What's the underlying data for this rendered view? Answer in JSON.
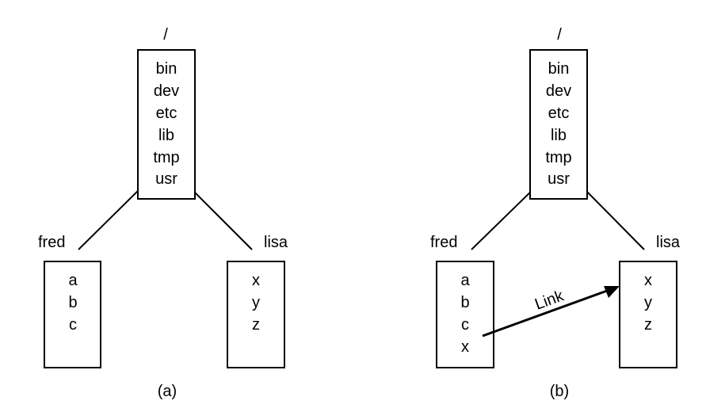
{
  "panels": [
    {
      "caption": "(a)",
      "root": {
        "label": "/",
        "entries": [
          "bin",
          "dev",
          "etc",
          "lib",
          "tmp",
          "usr"
        ]
      },
      "left": {
        "label": "fred",
        "entries": [
          "a",
          "b",
          "c"
        ]
      },
      "right": {
        "label": "lisa",
        "entries": [
          "x",
          "y",
          "z"
        ]
      }
    },
    {
      "caption": "(b)",
      "root": {
        "label": "/",
        "entries": [
          "bin",
          "dev",
          "etc",
          "lib",
          "tmp",
          "usr"
        ]
      },
      "left": {
        "label": "fred",
        "entries": [
          "a",
          "b",
          "c",
          "x"
        ]
      },
      "right": {
        "label": "lisa",
        "entries": [
          "x",
          "y",
          "z"
        ]
      },
      "link_label": "Link"
    }
  ]
}
